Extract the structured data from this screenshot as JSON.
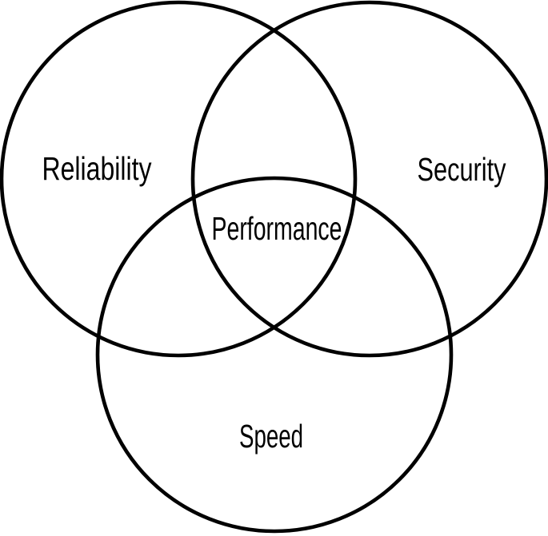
{
  "diagram": {
    "type": "venn",
    "description": "Three-circle Venn diagram; the common central overlap is labeled Performance",
    "sets": [
      {
        "id": "reliability",
        "label": "Reliability",
        "position": "top-left"
      },
      {
        "id": "security",
        "label": "Security",
        "position": "top-right"
      },
      {
        "id": "speed",
        "label": "Speed",
        "position": "bottom"
      }
    ],
    "center_overlap_label": "Performance"
  },
  "colors": {
    "ink": "#000000",
    "background": "#ffffff"
  }
}
